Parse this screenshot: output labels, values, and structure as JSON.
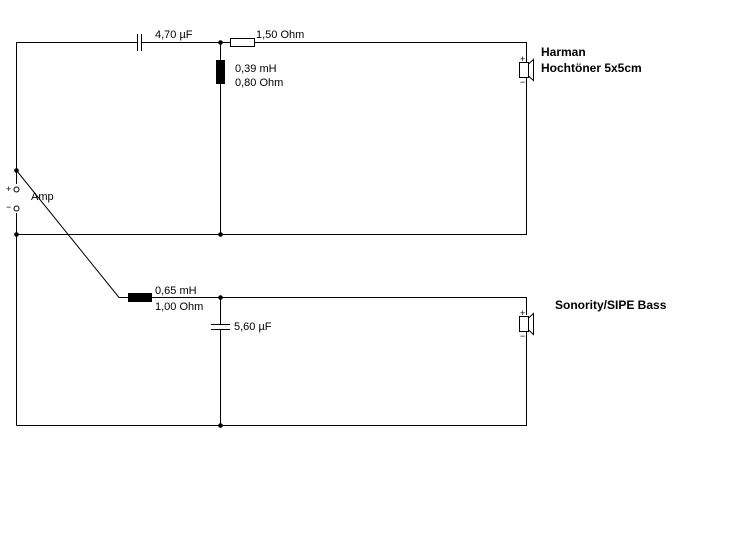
{
  "amp": {
    "label": "Amp",
    "plus": "+",
    "minus": "−"
  },
  "tweeter_branch": {
    "capacitor": "4,70 µF",
    "resistor": "1,50 Ohm",
    "inductor_value": "0,39 mH",
    "inductor_resistance": "0,80 Ohm",
    "speaker_name_line1": "Harman",
    "speaker_name_line2": "Hochtöner 5x5cm",
    "speaker_plus": "+",
    "speaker_minus": "−"
  },
  "bass_branch": {
    "inductor_value": "0,65 mH",
    "inductor_resistance": "1,00 Ohm",
    "capacitor": "5,60 µF",
    "speaker_name": "Sonority/SIPE Bass",
    "speaker_plus": "+",
    "speaker_minus": "−"
  }
}
